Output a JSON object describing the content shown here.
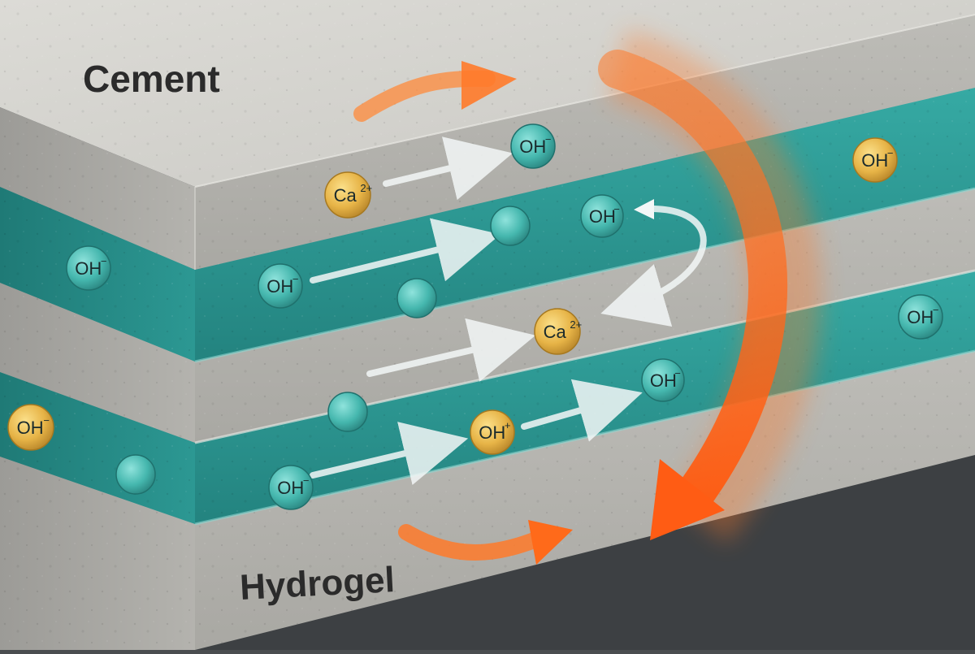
{
  "labels": {
    "cement": "Cement",
    "hydrogel": "Hydrogel"
  },
  "colors": {
    "cement": "#b9b8b4",
    "cement_top": "#d3d2cd",
    "hydrogel": "#2e9c98",
    "hydrogel_light": "#3fb5ae",
    "ion_teal": "#5cc8c0",
    "ion_gold": "#e9b850",
    "heat_orange": "#ff6a1a",
    "ion_arrow": "#f2f6f6",
    "ground": "#46494c"
  },
  "ions": [
    {
      "name": "ion-oh-top-1",
      "base": "OH",
      "charge": "−",
      "kind": "teal"
    },
    {
      "name": "ion-oh-top-2",
      "base": "OH",
      "charge": "−",
      "kind": "gold"
    },
    {
      "name": "ion-ca-1",
      "base": "Ca",
      "charge": "2+",
      "kind": "gold"
    },
    {
      "name": "ion-oh-mid-1",
      "base": "OH",
      "charge": "−",
      "kind": "teal"
    },
    {
      "name": "ion-oh-left",
      "base": "OH",
      "charge": "−",
      "kind": "teal"
    },
    {
      "name": "ion-oh-mid-2",
      "base": "OH",
      "charge": "−",
      "kind": "teal"
    },
    {
      "name": "ion-ca-2",
      "base": "Ca",
      "charge": "2+",
      "kind": "gold"
    },
    {
      "name": "ion-oh-right",
      "base": "OH",
      "charge": "−",
      "kind": "teal"
    },
    {
      "name": "ion-oh-lower-1",
      "base": "OH",
      "charge": "−",
      "kind": "teal"
    },
    {
      "name": "ion-oh-gold-left",
      "base": "OH",
      "charge": "−",
      "kind": "gold"
    },
    {
      "name": "ion-oh-plus",
      "base": "OH",
      "charge": "+",
      "kind": "gold"
    },
    {
      "name": "ion-oh-lower-2",
      "base": "OH",
      "charge": "−",
      "kind": "teal"
    }
  ]
}
